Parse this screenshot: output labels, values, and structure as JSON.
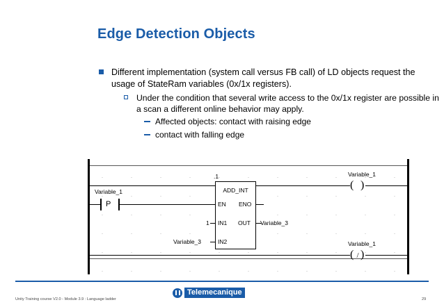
{
  "slide": {
    "title": "Edge Detection Objects",
    "accent_color": "#1a5ca8",
    "bullets": {
      "level1": "Different implementation (system call versus FB call) of LD objects request the usage of StateRam variables (0x/1x registers).",
      "level2": "Under the condition that several write access to the 0x/1x register are possible in a scan a different online behavior may apply.",
      "level3_a": "Affected objects: contact with raising edge",
      "level3_b": "contact with falling edge"
    }
  },
  "ladder": {
    "contact": {
      "label": "Variable_1",
      "type": "P"
    },
    "function_block": {
      "instance": ".1",
      "name": "ADD_INT",
      "pins": {
        "en": "EN",
        "eno": "ENO",
        "in1": "IN1",
        "in2": "IN2",
        "out": "OUT"
      },
      "values": {
        "in1": "1",
        "in2": "Variable_3",
        "out": "Variable_3"
      }
    },
    "coils": [
      {
        "label": "Variable_1",
        "type": "normal"
      },
      {
        "label": "Variable_1",
        "type": "negated",
        "slash": "/"
      }
    ]
  },
  "footer": {
    "logo_text": "Telemecanique",
    "note": "Unity Training course V2.0 - Module 3.9 : Language ladder",
    "page": "29"
  }
}
